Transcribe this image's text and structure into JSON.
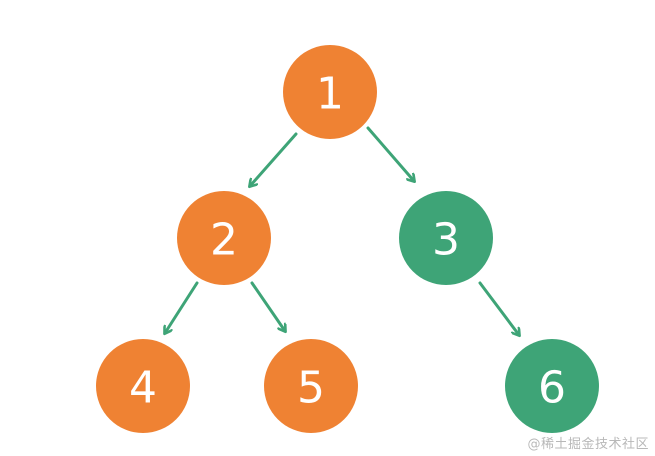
{
  "diagram": {
    "nodes": [
      {
        "id": "1",
        "label": "1",
        "color": "#EF8233"
      },
      {
        "id": "2",
        "label": "2",
        "color": "#EF8233"
      },
      {
        "id": "3",
        "label": "3",
        "color": "#3EA477"
      },
      {
        "id": "4",
        "label": "4",
        "color": "#EF8233"
      },
      {
        "id": "5",
        "label": "5",
        "color": "#EF8233"
      },
      {
        "id": "6",
        "label": "6",
        "color": "#3EA477"
      }
    ],
    "edges": [
      {
        "from": "1",
        "to": "2"
      },
      {
        "from": "1",
        "to": "3"
      },
      {
        "from": "2",
        "to": "4"
      },
      {
        "from": "2",
        "to": "5"
      },
      {
        "from": "3",
        "to": "6"
      }
    ],
    "arrow_color": "#3EA477"
  },
  "watermark": "@稀土掘金技术社区"
}
